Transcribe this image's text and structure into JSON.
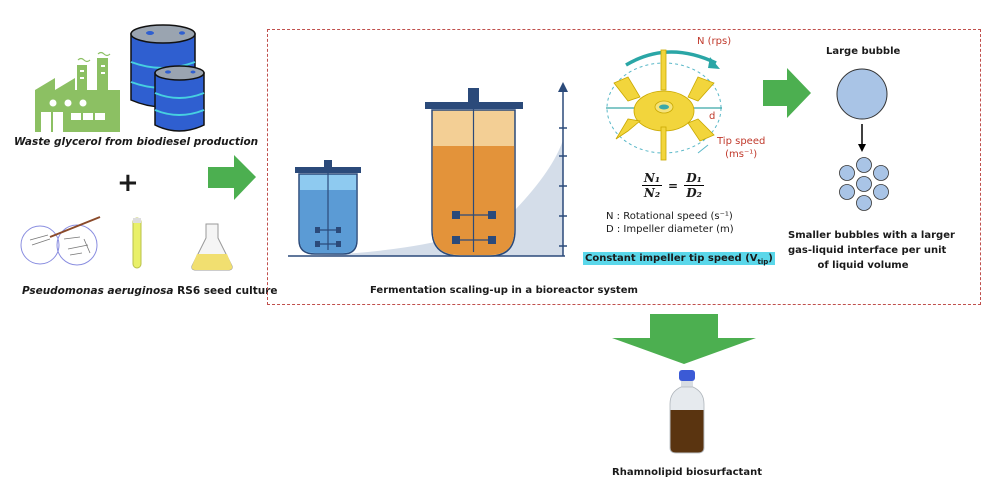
{
  "inputs": {
    "glycerol_label": "Waste glycerol from biodiesel production",
    "plus_symbol": "+",
    "seed_label_italic": "Pseudomonas aeruginosa",
    "seed_label_rest": " RS6 seed culture"
  },
  "bioreactor": {
    "caption": "Fermentation scaling-up in a bioreactor system"
  },
  "impeller": {
    "rotation_label": "N (rps)",
    "diameter_label": "d",
    "tip_speed_label": "Tip speed",
    "tip_speed_unit": "(ms⁻¹)",
    "equation": {
      "lhs_num": "N₁",
      "lhs_den": "N₂",
      "equals": "=",
      "rhs_num": "D₁",
      "rhs_den": "D₂"
    },
    "definitions": [
      "N : Rotational speed (s⁻¹)",
      "D : Impeller diameter (m)"
    ],
    "highlight_main": "Constant impeller tip speed (V",
    "highlight_sub": "tip",
    "highlight_close": ")"
  },
  "bubbles": {
    "large_label": "Large bubble",
    "small_label_lines": [
      "Smaller bubbles with a larger",
      "gas-liquid interface per unit",
      "of liquid volume"
    ]
  },
  "product": {
    "label": "Rhamnolipid biosurfactant"
  },
  "colors": {
    "arrow_green": "#4caf50",
    "factory_green": "#8cc063",
    "drum_blue": "#2f5fd0",
    "box_border": "#c0504d",
    "small_reactor_blue": "#5b9bd5",
    "large_reactor_orange": "#e3933a",
    "impeller_yellow": "#f2d53c",
    "bubble_fill": "#a9c4e6",
    "highlight_cyan": "#5ad7ea"
  }
}
